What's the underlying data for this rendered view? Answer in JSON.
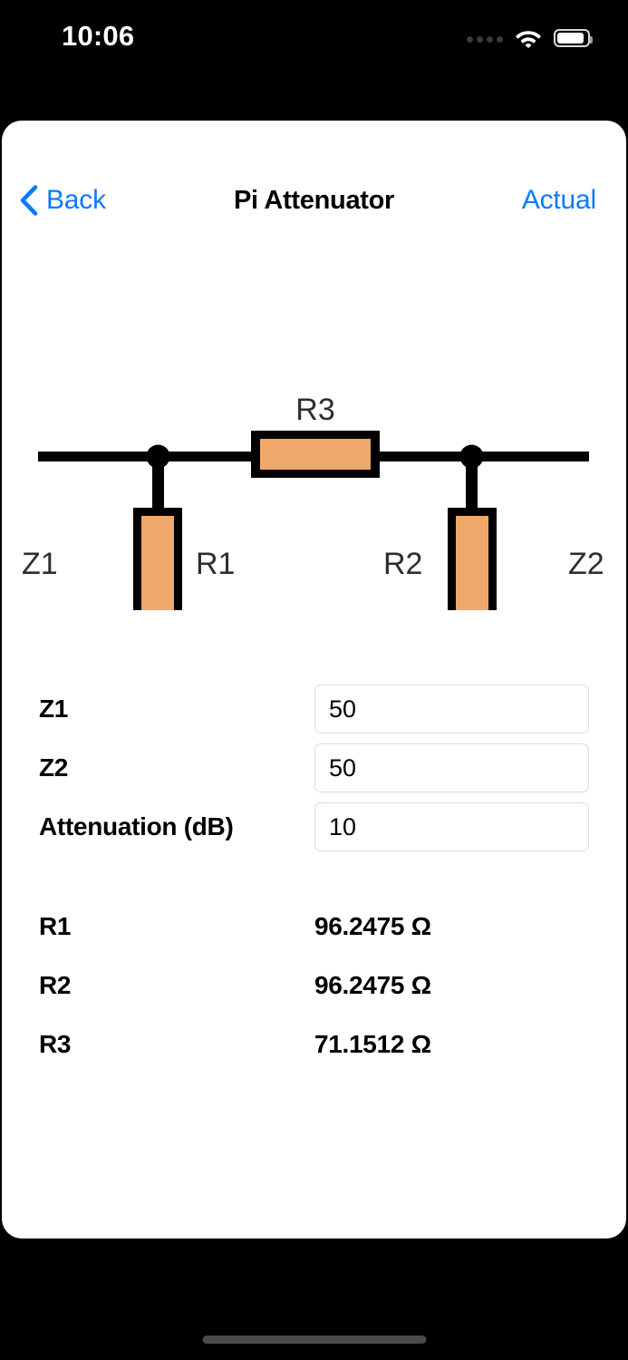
{
  "status_bar": {
    "time": "10:06",
    "signal_icon": "signal-dots-icon",
    "wifi_icon": "wifi-icon",
    "battery_icon": "battery-icon"
  },
  "nav": {
    "back_label": "Back",
    "back_icon": "chevron-left-icon",
    "title": "Pi Attenuator",
    "right_action": "Actual"
  },
  "schematic": {
    "title": "pi-attenuator-circuit",
    "labels": {
      "z1": "Z1",
      "r1": "R1",
      "r2": "R2",
      "r3": "R3",
      "z2": "Z2"
    },
    "colors": {
      "resistor_fill": "#f0a86a",
      "wire": "#000000"
    }
  },
  "form": {
    "fields": [
      {
        "label": "Z1",
        "value": "50",
        "placeholder": "Z1"
      },
      {
        "label": "Z2",
        "value": "50",
        "placeholder": "Z2"
      },
      {
        "label": "Attenuation (dB)",
        "value": "10",
        "placeholder": "Attenuation (dB)"
      }
    ]
  },
  "results": {
    "rows": [
      {
        "label": "R1",
        "value": "96.2475 Ω"
      },
      {
        "label": "R2",
        "value": "96.2475 Ω"
      },
      {
        "label": "R3",
        "value": "71.1512 Ω"
      }
    ]
  },
  "theme": {
    "accent": "#0a7aff",
    "background": "#000000",
    "card": "#ffffff",
    "field_border": "#dcdcdc"
  }
}
